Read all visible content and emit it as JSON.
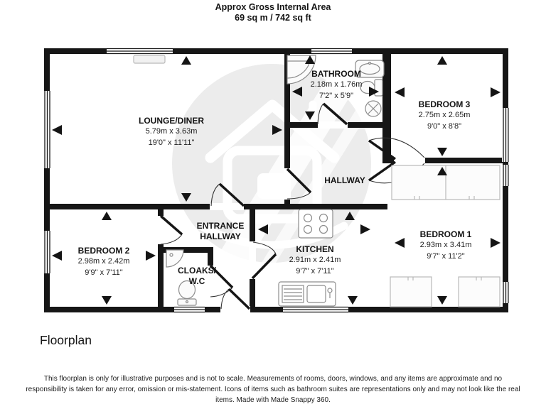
{
  "header": {
    "title": "Approx Gross Internal Area",
    "area": "69 sq m / 742 sq ft"
  },
  "rooms": {
    "lounge": {
      "name": "LOUNGE/DINER",
      "metric": "5.79m x 3.63m",
      "imperial": "19'0\" x 11'11\""
    },
    "bathroom": {
      "name": "BATHROOM",
      "metric": "2.18m x 1.76m",
      "imperial": "7'2\" x 5'9\""
    },
    "bedroom3": {
      "name": "BEDROOM 3",
      "metric": "2.75m x 2.65m",
      "imperial": "9'0\" x 8'8\""
    },
    "hallway": {
      "name": "HALLWAY"
    },
    "entrance": {
      "name_line1": "ENTRANCE",
      "name_line2": "HALLWAY"
    },
    "bedroom2": {
      "name": "BEDROOM 2",
      "metric": "2.98m x 2.42m",
      "imperial": "9'9\" x 7'11\""
    },
    "cloaks": {
      "name_line1": "CLOAKS/",
      "name_line2": "W.C"
    },
    "kitchen": {
      "name": "KITCHEN",
      "metric": "2.91m x 2.41m",
      "imperial": "9'7\" x 7'11\""
    },
    "bedroom1": {
      "name": "BEDROOM 1",
      "metric": "2.93m x 3.41m",
      "imperial": "9'7\" x 11'2\""
    }
  },
  "footer": {
    "label": "Floorplan",
    "disclaimer": "This floorplan is only for illustrative purposes and is not to scale. Measurements of rooms, doors, windows, and any items are approximate and no responsibility is taken for any error, omission or mis-statement. Icons of items such as bathroom suites are representations only and may not look like the real items. Made with Made Snappy 360."
  },
  "icons": {
    "watermark": "house-logo-watermark",
    "bath": "bath-icon",
    "basin": "basin-icon",
    "toilet": "toilet-icon",
    "shower": "shower-icon",
    "hob": "hob-icon",
    "kitchen_sink": "kitchen-sink-icon",
    "wardrobe": "wardrobe-icon",
    "measure_arrow": "measure-arrow-icon"
  },
  "colors": {
    "wall": "#161616",
    "watermark": "#ececec",
    "fixture_stroke": "#8c8c8c",
    "furniture_stroke": "#b9b9b9"
  }
}
